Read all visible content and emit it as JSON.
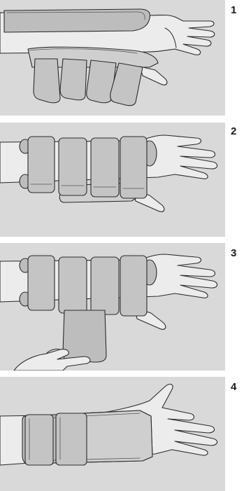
{
  "steps": [
    {
      "number": "1"
    },
    {
      "number": "2"
    },
    {
      "number": "3"
    },
    {
      "number": "4"
    }
  ],
  "colors": {
    "panel_bg": "#d9d9d9",
    "skin": "#ececec",
    "brace": "#bdbdbd",
    "outline": "#2b2b2b"
  }
}
